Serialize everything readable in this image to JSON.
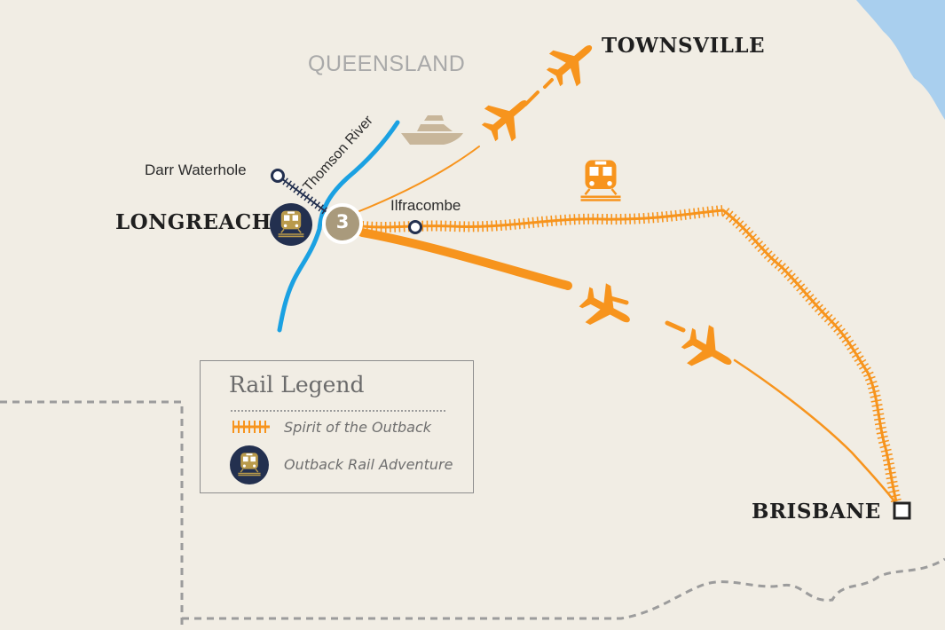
{
  "map": {
    "region": "QUEENSLAND",
    "cities": {
      "townsville": "TOWNSVILLE",
      "longreach": "LONGREACH",
      "brisbane": "BRISBANE"
    },
    "places": {
      "darr_waterhole": "Darr Waterhole",
      "ilfracombe": "Ilfracombe"
    },
    "river": "Thomson River",
    "stop_number": "3",
    "colors": {
      "background": "#f1ede4",
      "route_orange": "#f7941d",
      "river_blue": "#1ba1e2",
      "sea_blue": "#a9cfee",
      "badge_navy": "#23304f",
      "badge_gold": "#b99a4b",
      "boat_tan": "#c8b69a",
      "stop_circle": "#a99a7c",
      "border_grey": "#9c9c9c"
    },
    "icons": {
      "plane": "plane-icon",
      "boat": "boat-icon",
      "train": "train-icon",
      "rail_badge": "outback-rail-adventure-icon",
      "rail_track": "spirit-of-the-outback-icon"
    }
  },
  "legend": {
    "title": "Rail Legend",
    "items": [
      {
        "label": "Spirit of the Outback",
        "icon": "spirit-of-the-outback-icon"
      },
      {
        "label": "Outback Rail Adventure",
        "icon": "outback-rail-adventure-icon"
      }
    ]
  }
}
